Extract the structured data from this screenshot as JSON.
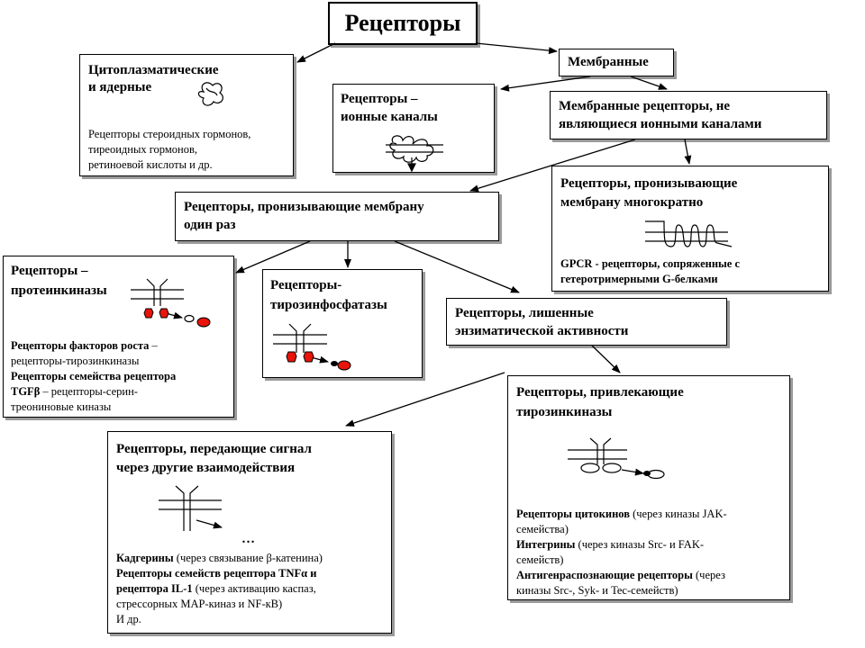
{
  "title": "Рецепторы",
  "cytoplasmic": {
    "heading_1": "Цитоплазматические",
    "heading_2": "и ядерные",
    "desc_1": "Рецепторы стероидных гормонов,",
    "desc_2": "тиреоидных гормонов,",
    "desc_3": "ретиноевой кислоты и др."
  },
  "membrane": {
    "label": "Мембранные"
  },
  "ion_channels": {
    "heading_1": "Рецепторы –",
    "heading_2": "ионные каналы"
  },
  "non_ion": {
    "heading_1": "Мембранные рецепторы, не",
    "heading_2": "являющиеся ионными каналами"
  },
  "single_pass": {
    "heading_1": "Рецепторы, пронизывающие мембрану",
    "heading_2": "один раз"
  },
  "multi_pass": {
    "heading_1": "Рецепторы, пронизывающие",
    "heading_2": "мембрану многократно",
    "desc_1": "GPCR - рецепторы, сопряженные с",
    "desc_2": "гетеротримерными G-белками"
  },
  "protein_kinases": {
    "heading_1": "Рецепторы –",
    "heading_2": "протеинкиназы",
    "line_1_bold": "Рецепторы факторов роста",
    "line_1_rest": " –",
    "line_2": "рецепторы-тирозинкиназы",
    "line_3_bold": "Рецепторы семейства рецептора",
    "line_4_bold": "TGFβ",
    "line_4_rest": " – рецепторы-серин-",
    "line_5": "треониновые киназы"
  },
  "phosphatases": {
    "heading_1": "Рецепторы-",
    "heading_2": "тирозинфосфатазы"
  },
  "no_enzyme": {
    "heading_1": "Рецепторы, лишенные",
    "heading_2": "энзиматической активности"
  },
  "recruit_tk": {
    "heading_1": "Рецепторы, привлекающие",
    "heading_2": "тирозинкиназы",
    "l1_bold": "Рецепторы цитокинов",
    "l1_rest": " (через киназы JAK-",
    "l2": "семейства)",
    "l3_bold": "Интегрины",
    "l3_rest": " (через киназы Src- и FAK-",
    "l4": "семейств)",
    "l5_bold": "Антигенраспознающие рецепторы",
    "l5_rest": " (через",
    "l6": "киназы Src-, Syk- и Tec-семейств)"
  },
  "other_interactions": {
    "heading_1": "Рецепторы, передающие сигнал",
    "heading_2": "через другие взаимодействия",
    "ellipsis": "…",
    "l1_bold": "Кадгерины",
    "l1_rest": " (через связывание β-катенина)",
    "l2_bold": "Рецепторы семейств рецептора TNFα и",
    "l3_bold": "рецептора IL-1",
    "l3_rest": "  (через активацию каспаз,",
    "l4": "стрессорных МАР-киназ и NF-кB)",
    "l5": "И др."
  },
  "colors": {
    "accent_red": "#e8140a",
    "shadow": "#9a9a9a"
  }
}
